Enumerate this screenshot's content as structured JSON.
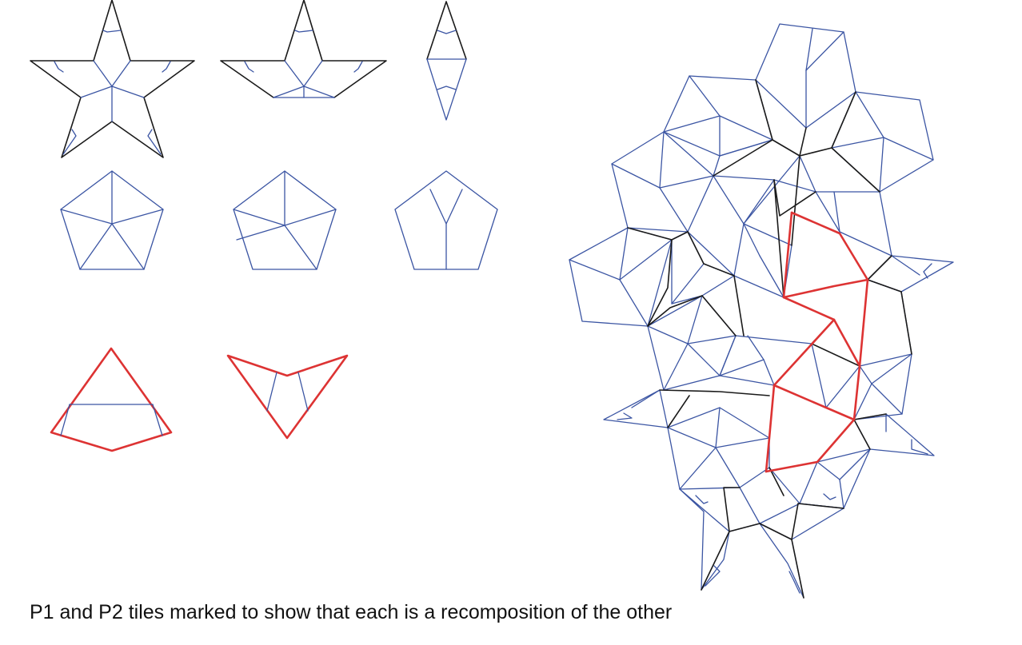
{
  "caption": "P1 and P2 tiles marked to show that each is a recomposition of the other",
  "colors": {
    "blue": "#3b55a3",
    "black": "#1a1a1a",
    "red": "#dd3333"
  },
  "tiles_left": [
    {
      "row": 1,
      "items": [
        "star",
        "boat",
        "diamond"
      ]
    },
    {
      "row": 2,
      "items": [
        "pentagon",
        "pentagon",
        "pentagon"
      ]
    },
    {
      "row": 3,
      "items": [
        "kite",
        "dart"
      ]
    }
  ],
  "patch": "tiling-patch"
}
